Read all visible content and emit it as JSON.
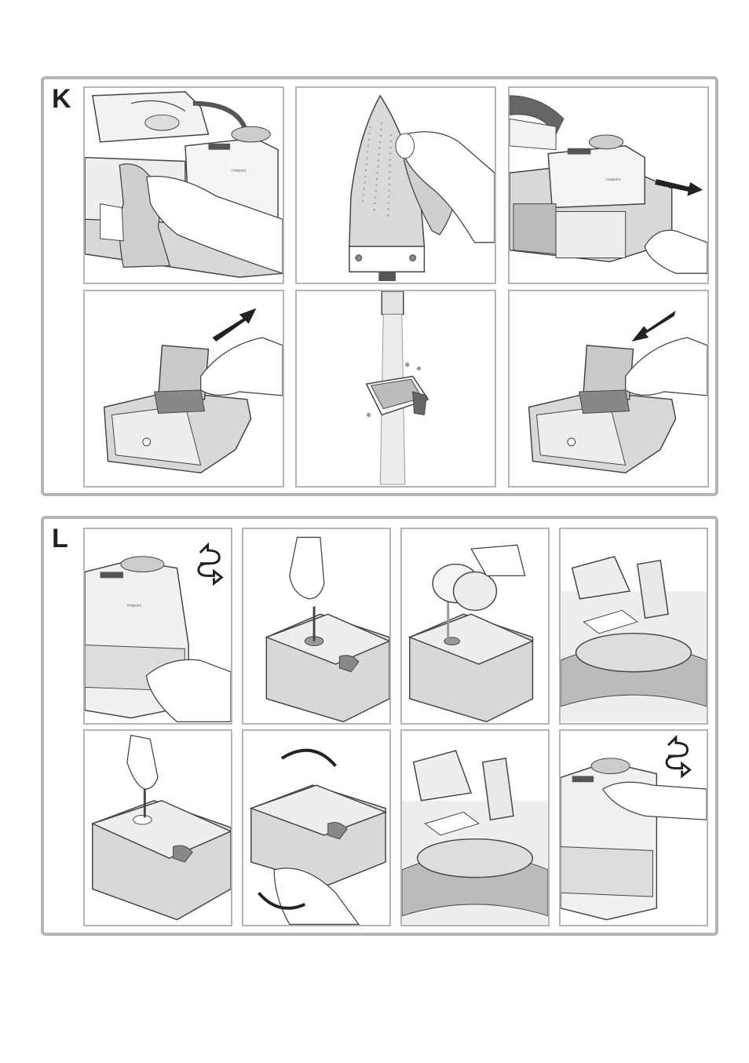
{
  "sections": [
    {
      "letter": "K",
      "panel_count": 6,
      "layout": "3x2"
    },
    {
      "letter": "L",
      "panel_count": 8,
      "layout": "4x2"
    }
  ],
  "brand_text": "Hotpoint",
  "colors": {
    "border": "#b4b4b4",
    "line": "#444444",
    "shade": "#d8d8d8",
    "dark": "#555555",
    "arrow": "#222222"
  },
  "icons": [
    "repeat-cycle-icon",
    "arrow-direction-icon",
    "shake-arc-icon"
  ]
}
